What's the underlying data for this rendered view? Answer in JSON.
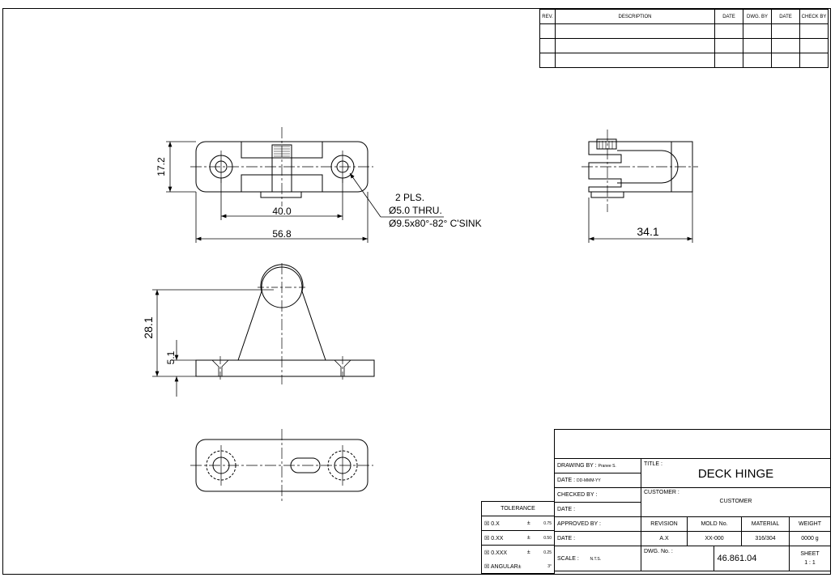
{
  "revision_table": {
    "headers": [
      "REV.",
      "DESCRIPTION",
      "DATE",
      "DWG. BY",
      "DATE",
      "CHECK BY"
    ]
  },
  "dimensions": {
    "height_top": "17.2",
    "hole_spacing": "40.0",
    "overall_length": "56.8",
    "hole_count": "2 PLS.",
    "thru_hole": "Ø5.0 THRU.",
    "csink": "Ø9.5x80°-82° C'SINK",
    "side_length": "34.1",
    "overall_height": "28.1",
    "base_thickness": "5.1"
  },
  "title_block": {
    "drawing_by_label": "DRAWING BY :",
    "drawing_by_value": "Pranee S.",
    "date1_label": "DATE :",
    "date1_value": "DD-MMM-YY",
    "checked_by_label": "CHECKED BY :",
    "date2_label": "DATE :",
    "approved_by_label": "APPROVED BY :",
    "date3_label": "DATE :",
    "scale_label": "SCALE :",
    "scale_value": "N.T.S.",
    "title_label": "TITLE :",
    "title_value": "DECK HINGE",
    "customer_label": "CUSTOMER :",
    "customer_value": "CUSTOMER",
    "revision_label": "REVISION",
    "revision_value": "A.X",
    "mold_label": "MOLD No.",
    "mold_value": "XX-000",
    "material_label": "MATERIAL",
    "material_value": "316/304",
    "weight_label": "WEIGHT",
    "weight_value": "0000 g",
    "dwg_label": "DWG. No. :",
    "dwg_value": "46.861.04",
    "sheet_label": "SHEET",
    "sheet_value": "1 : 1"
  },
  "tolerance": {
    "header": "TOLERANCE",
    "rows": [
      {
        "label": "0.X",
        "sign": "±",
        "value": "0.75"
      },
      {
        "label": "0.XX",
        "sign": "±",
        "value": "0.50"
      },
      {
        "label": "0.XXX",
        "sign": "±",
        "value": "0.25"
      },
      {
        "label": "ANGULAR±",
        "sign": "",
        "value": "3°"
      }
    ]
  }
}
